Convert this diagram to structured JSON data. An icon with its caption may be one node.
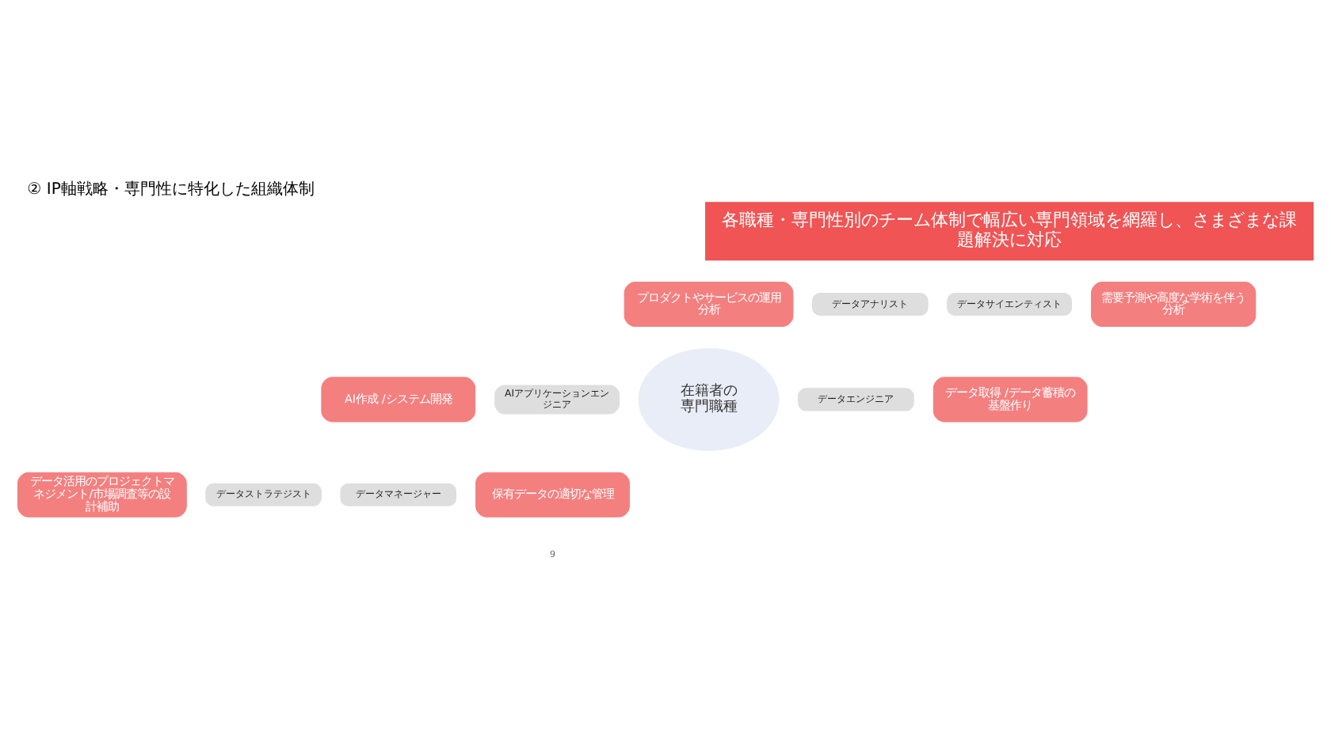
{
  "diagram": {
    "title": "② IP軸戦略・専門性に特化した組織体制",
    "nodes": [
      {
        "text": [
          "各職種・専門性別のチーム体制で幅広い専門領域を網羅し、さまざまな課題解決に対応"
        ]
      },
      {
        "text": [
          "プロダクトやサービスの運用分析"
        ]
      },
      {
        "text": [
          "需要予測や高度な学術を伴う分析"
        ]
      },
      {
        "text": [
          "データアナリスト"
        ]
      },
      {
        "text": [
          "データサイエンティスト"
        ]
      },
      {
        "text": [
          "AI作成 /システム開発"
        ]
      },
      {
        "text": [
          "AIアプリケーションエンジニア"
        ]
      },
      {
        "text": [
          "在籍者の専門職種"
        ]
      },
      {
        "text": [
          "データエンジニア"
        ]
      },
      {
        "text": [
          "データ取得 /データ蓄積の基盤作り"
        ]
      },
      {
        "text": [
          "データストラテジスト"
        ]
      },
      {
        "text": [
          "データマネージャー"
        ]
      },
      {
        "text": [
          "データ活用のプロジェクトマネジメント/市場調査等の設計補助"
        ]
      },
      {
        "text": [
          "保有データの適切な管理"
        ]
      }
    ],
    "labels": [
      "9"
    ]
  }
}
